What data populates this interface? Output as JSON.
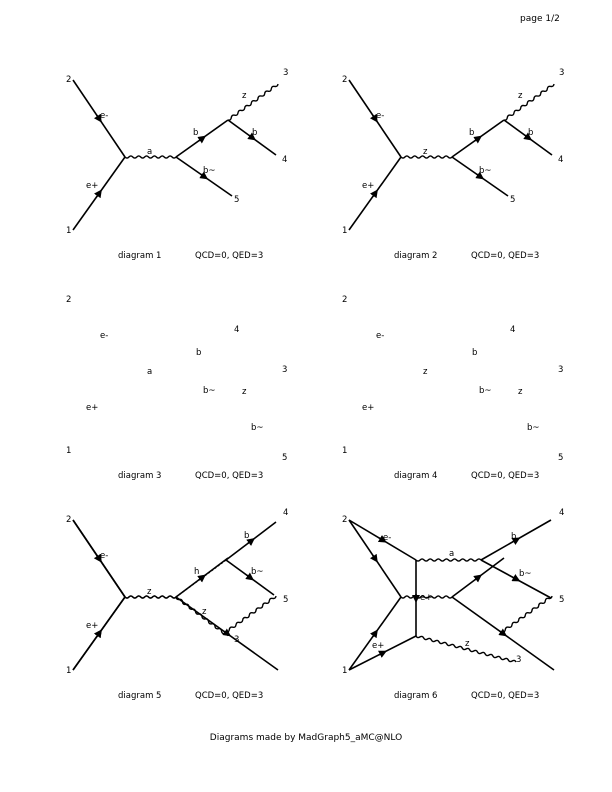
{
  "page_label": "page 1/2",
  "credit": "Diagrams made by MadGraph5_aMC@NLO",
  "diagrams": [
    {
      "caption": "diagram 1",
      "couplings": "QCD=0, QED=3",
      "labels": [
        "2",
        "e-",
        "e+",
        "1",
        "a",
        "b",
        "b~",
        "z",
        "b",
        "3",
        "4",
        "5"
      ]
    },
    {
      "caption": "diagram 2",
      "couplings": "QCD=0, QED=3",
      "labels": [
        "2",
        "e-",
        "e+",
        "1",
        "z",
        "b",
        "b~",
        "z",
        "b",
        "3",
        "4",
        "5"
      ]
    },
    {
      "caption": "diagram 3",
      "couplings": "QCD=0, QED=3",
      "labels": [
        "2",
        "e-",
        "e+",
        "1",
        "a",
        "4",
        "b",
        "b~",
        "z",
        "b~",
        "3",
        "5"
      ]
    },
    {
      "caption": "diagram 4",
      "couplings": "QCD=0, QED=3",
      "labels": [
        "2",
        "e-",
        "e+",
        "1",
        "z",
        "4",
        "b",
        "b~",
        "z",
        "b~",
        "3",
        "5"
      ]
    },
    {
      "caption": "diagram 5",
      "couplings": "QCD=0, QED=3",
      "labels": [
        "2",
        "e-",
        "e+",
        "1",
        "z",
        "4",
        "b",
        "h",
        "b~",
        "5",
        "z",
        "3"
      ]
    },
    {
      "caption": "diagram 6",
      "couplings": "QCD=0, QED=3",
      "labels": [
        "2",
        "e-",
        "a",
        "4",
        "b",
        "b~",
        "5",
        "e+",
        "e+",
        "1",
        "z",
        "3"
      ]
    }
  ]
}
